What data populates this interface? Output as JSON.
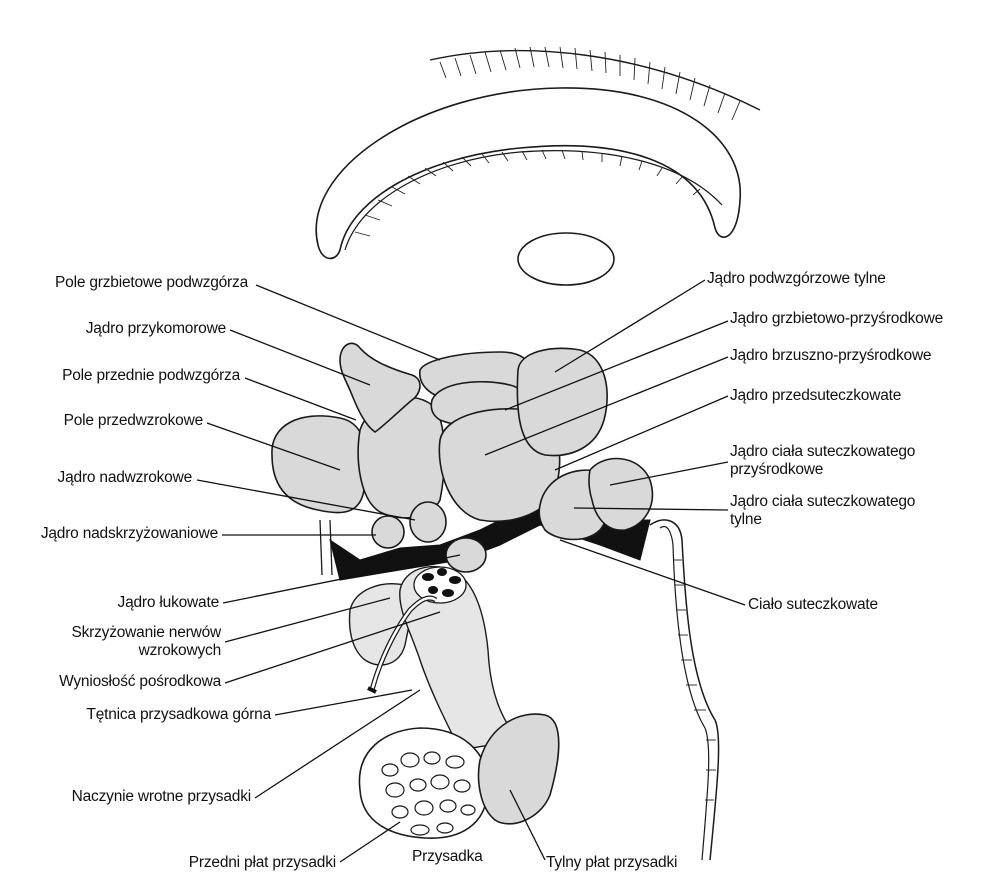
{
  "colors": {
    "background": "#ffffff",
    "structure_fill": "#d9d9d9",
    "outline": "#1a1a1a",
    "dark_region": "#111111",
    "text": "#111111"
  },
  "labels": {
    "pole_grzbietowe": "Pole grzbietowe podwzgórza",
    "jadro_przykomorowe": "Jądro przykomorowe",
    "pole_przednie": "Pole przednie podwzgórza",
    "pole_przedwzrokowe": "Pole przedwzrokowe",
    "jadro_nadwzrokowe": "Jądro nadwzrokowe",
    "jadro_nadskrzyzowaniowe": "Jądro nadskrzyżowaniowe",
    "jadro_lukowate": "Jądro łukowate",
    "skrzyzowanie": "Skrzyżowanie nerwów\nwzrokowych",
    "wyniosc": "Wyniosłość pośrodkowa",
    "tetnica": "Tętnica przysadkowa górna",
    "naczynie": "Naczynie wrotne przysadki",
    "przedni_plat": "Przedni płat przysadki",
    "przysadka": "Przysadka",
    "tylny_plat": "Tylny płat przysadki",
    "jadro_podwzgorzowe_tylne": "Jądro podwzgórzowe tylne",
    "jadro_grzbietowo": "Jądro grzbietowo-przyśrodkowe",
    "jadro_brzuszno": "Jądro brzuszno-przyśrodkowe",
    "jadro_przedsuteczkowate": "Jądro przedsuteczkowate",
    "jadro_ciala_przysrodkowe": "Jądro ciała suteczkowatego\nprzyśrodkowe",
    "jadro_ciala_tylne": "Jądro ciała suteczkowatego\ntylne",
    "cialo_suteczkowate": "Ciało suteczkowate"
  }
}
